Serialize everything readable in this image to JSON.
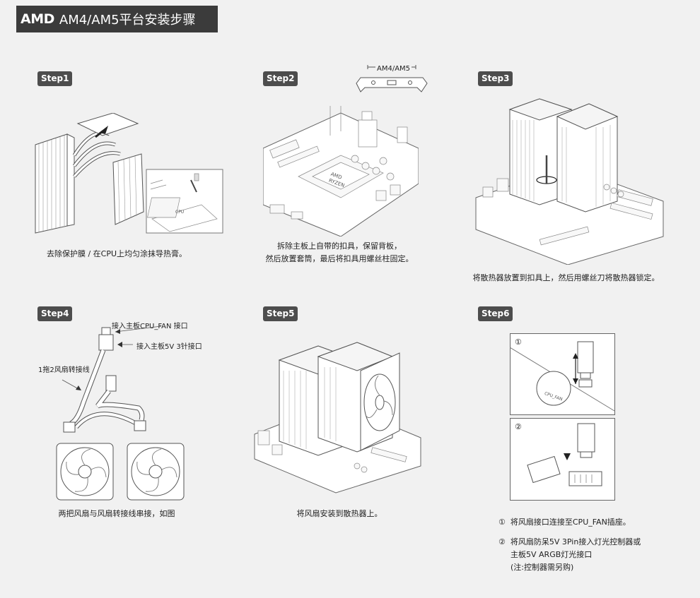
{
  "header": {
    "brand": "AMD",
    "title": "AM4/AM5平台安装步骤"
  },
  "steps": [
    {
      "label": "Step1",
      "caption": [
        "去除保护膜 / 在CPU上均匀涂抹导热膏。"
      ],
      "callouts": []
    },
    {
      "label": "Step2",
      "caption": [
        "拆除主板上自带的扣具，保留背板，",
        "然后放置套筒，最后将扣具用螺丝柱固定。"
      ],
      "callouts": [
        "AM4/AM5"
      ]
    },
    {
      "label": "Step3",
      "caption": [
        "将散热器放置到扣具上，然后用螺丝刀将散热器锁定。"
      ],
      "callouts": []
    },
    {
      "label": "Step4",
      "caption": [
        "两把风扇与风扇转接线串接，如图"
      ],
      "callouts": [
        "接入主板CPU_FAN 接口",
        "接入主板5V 3针接口",
        "1拖2风扇转接线"
      ]
    },
    {
      "label": "Step5",
      "caption": [
        "将风扇安装到散热器上。"
      ],
      "callouts": []
    },
    {
      "label": "Step6",
      "caption": [],
      "callouts": [
        "①",
        "②",
        "CPU_FAN"
      ],
      "notes": [
        {
          "mark": "①",
          "lines": [
            "将风扇接口连接至CPU_FAN插座。"
          ]
        },
        {
          "mark": "②",
          "lines": [
            "将风扇防呆5V 3Pin接入灯光控制器或",
            "主板5V ARGB灯光接口",
            "(注:控制器需另购)"
          ]
        }
      ]
    }
  ],
  "icons": [
    "heatsink-icon",
    "cpu-socket-icon",
    "motherboard-icon",
    "fan-icon",
    "cable-icon",
    "arrow-icon"
  ]
}
